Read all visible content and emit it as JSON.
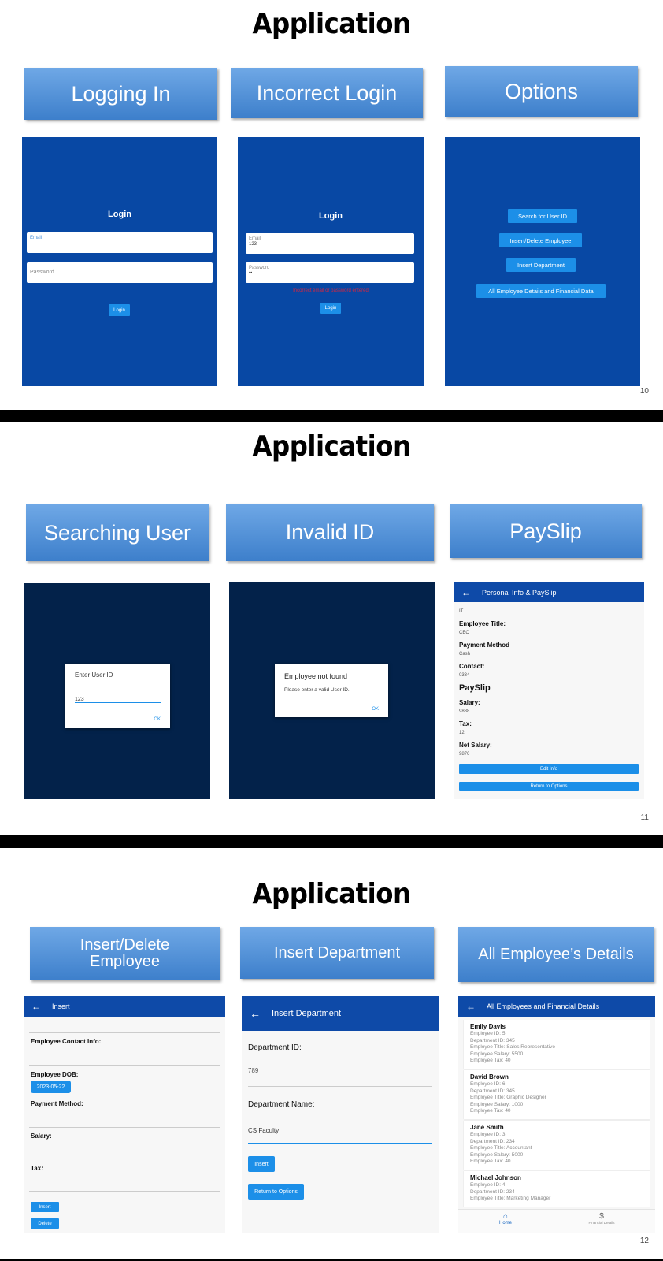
{
  "slides": [
    {
      "title": "Application",
      "page_number": "10",
      "headers": [
        "Logging In",
        "Incorrect Login",
        "Options"
      ],
      "login": {
        "title": "Login",
        "email_label": "Email",
        "password_placeholder": "Password",
        "button": "Login"
      },
      "incorrect_login": {
        "title": "Login",
        "email_label": "Email",
        "email_value": "123",
        "password_label": "Password",
        "password_value": "••",
        "error": "Incorrect email or password entered",
        "button": "Login"
      },
      "options": {
        "buttons": [
          "Search for User ID",
          "Insert/Delete Employee",
          "Insert Department",
          "All Employee Details and Financial Data"
        ]
      }
    },
    {
      "title": "Application",
      "page_number": "11",
      "headers": [
        "Searching User",
        "Invalid ID",
        "PaySlip"
      ],
      "search_dialog": {
        "title": "Enter User ID",
        "value": "123",
        "ok": "OK"
      },
      "invalid_dialog": {
        "title": "Employee not found",
        "message": "Please enter a valid User ID.",
        "ok": "OK"
      },
      "payslip": {
        "appbar_title": "Personal Info & PaySlip",
        "dept": "IT",
        "title_label": "Employee Title:",
        "title_value": "CEO",
        "payment_label": "Payment Method",
        "payment_value": "Cash",
        "contact_label": "Contact:",
        "contact_value": "0334",
        "section": "PaySlip",
        "salary_label": "Salary:",
        "salary_value": "9888",
        "tax_label": "Tax:",
        "tax_value": "12",
        "net_label": "Net Salary:",
        "net_value": "9876",
        "edit_button": "Edit Info",
        "return_button": "Return to Options"
      }
    },
    {
      "title": "Application",
      "page_number": "12",
      "headers": [
        "Insert/Delete Employee",
        "Insert Department",
        "All Employee’s Details"
      ],
      "insert": {
        "appbar_title": "Insert",
        "contact_label": "Employee Contact Info:",
        "dob_label": "Employee DOB:",
        "dob_value": "2023-05-22",
        "payment_label": "Payment Method:",
        "salary_label": "Salary:",
        "tax_label": "Tax:",
        "insert_button": "Insert",
        "delete_button": "Delete"
      },
      "department": {
        "appbar_title": "Insert Department",
        "id_label": "Department ID:",
        "id_value": "789",
        "name_label": "Department Name:",
        "name_value": "CS Faculty",
        "insert_button": "Insert",
        "return_button": "Return to Options"
      },
      "all_details": {
        "appbar_title": "All Employees and Financial Details",
        "employees": [
          {
            "name": "Emily Davis",
            "lines": [
              "Employee ID: 5",
              "Department ID: 345",
              "Employee Title: Sales Representative",
              "Employee Salary: 5500",
              "Employee Tax: 40"
            ]
          },
          {
            "name": "David Brown",
            "lines": [
              "Employee ID: 6",
              "Department ID: 345",
              "Employee Title: Graphic Designer",
              "Employee Salary: 1000",
              "Employee Tax: 40"
            ]
          },
          {
            "name": "Jane Smith",
            "lines": [
              "Employee ID: 3",
              "Department ID: 234",
              "Employee Title: Accountant",
              "Employee Salary: 5000",
              "Employee Tax: 40"
            ]
          },
          {
            "name": "Michael Johnson",
            "lines": [
              "Employee ID: 4",
              "Department ID: 234",
              "Employee Title: Marketing Manager"
            ]
          }
        ],
        "nav_home": "Home",
        "nav_financial": "Financial Details"
      }
    }
  ],
  "colors": {
    "accent": "#1c8fe8",
    "app_blue": "#0848a4",
    "dialog_bg": "#03224a",
    "error": "#d8263f"
  }
}
